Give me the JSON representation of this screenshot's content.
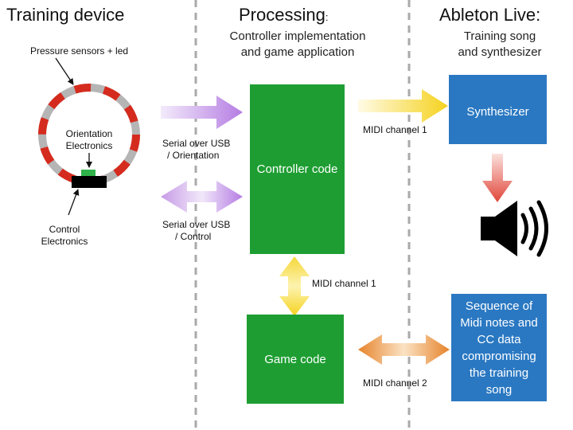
{
  "colors": {
    "green": "#1e9e32",
    "blue": "#2a78c2",
    "ring_gray": "#b5b5b5",
    "ring_red": "#d52b1e",
    "divider": "#aaaaaa",
    "purple": "#c79be6",
    "yellow": "#f5d73a",
    "orange": "#e6842b",
    "red_arrow": "#e0463a"
  },
  "columns": {
    "device": {
      "title": "Training device"
    },
    "processing": {
      "title": "Processing",
      "title_suffix": ":",
      "subtitle_line1": "Controller implementation",
      "subtitle_line2": "and game application"
    },
    "ableton": {
      "title": "Ableton Live:",
      "subtitle_line1": "Training song",
      "subtitle_line2": "and synthesizer"
    }
  },
  "device": {
    "pressure_label": "Pressure sensors + led",
    "orientation_line1": "Orientation",
    "orientation_line2": "Electronics",
    "control_line1": "Control",
    "control_line2": "Electronics"
  },
  "links": {
    "serial_orientation_line1": "Serial over USB",
    "serial_orientation_line2": "/ Orientation",
    "serial_control_line1": "Serial over USB",
    "serial_control_line2": "/ Control",
    "midi1_synth": "MIDI channel 1",
    "midi1_game": "MIDI channel 1",
    "midi2": "MIDI channel 2"
  },
  "blocks": {
    "controller": "Controller code",
    "game": "Game code",
    "synth": "Synthesizer",
    "sequence_lines": [
      "Sequence of",
      "Midi notes and",
      "CC data",
      "compromising",
      "the training",
      "song"
    ]
  },
  "icons": {
    "speaker": "speaker-icon"
  }
}
